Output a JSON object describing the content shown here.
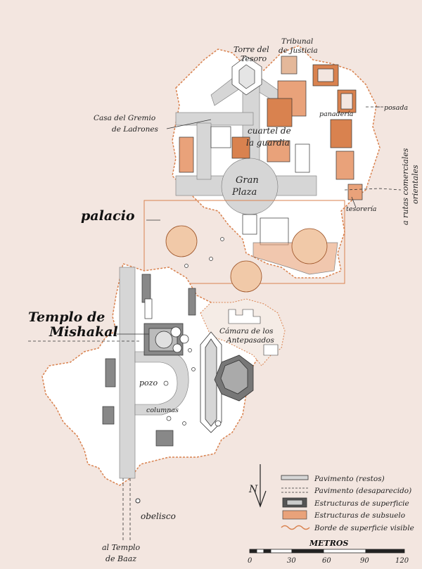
{
  "map": {
    "labels": {
      "torre": [
        "Torre del",
        "Tesoro"
      ],
      "tribunal": [
        "Tribunal",
        "de Justicia"
      ],
      "casa_gremio": [
        "Casa del Gremio",
        "de Ladrones"
      ],
      "cuartel": [
        "cuartel de",
        "la guardia"
      ],
      "panaderia": "panadería",
      "posada": "posada",
      "gran_plaza": [
        "Gran",
        "Plaza"
      ],
      "tesoreria": "tesorería",
      "rutas": [
        "a rutas comerciales",
        "orientales"
      ],
      "palacio": "palacio",
      "templo": [
        "Templo de",
        "Mishakal"
      ],
      "camara": [
        "Cámara de los",
        "Antepasados"
      ],
      "pozo": "pozo",
      "columnas": "columnas",
      "obelisco": "obelisco",
      "al_templo": [
        "al Templo",
        "de Baaz"
      ]
    },
    "legend": {
      "items": [
        "Pavimento (restos)",
        "Pavimento (desaparecido)",
        "Estructuras de superficie",
        "Estructuras de subsuelo",
        "Borde de superficie visible"
      ]
    },
    "scale": {
      "title": "METROS",
      "ticks": [
        "0",
        "30",
        "60",
        "90",
        "120"
      ]
    },
    "north": "N",
    "colors": {
      "background": "#f3e6e0",
      "surface": "#ffffff",
      "pavement": "#d6d6d6",
      "accent": "#d9824f",
      "line": "#333333"
    }
  }
}
